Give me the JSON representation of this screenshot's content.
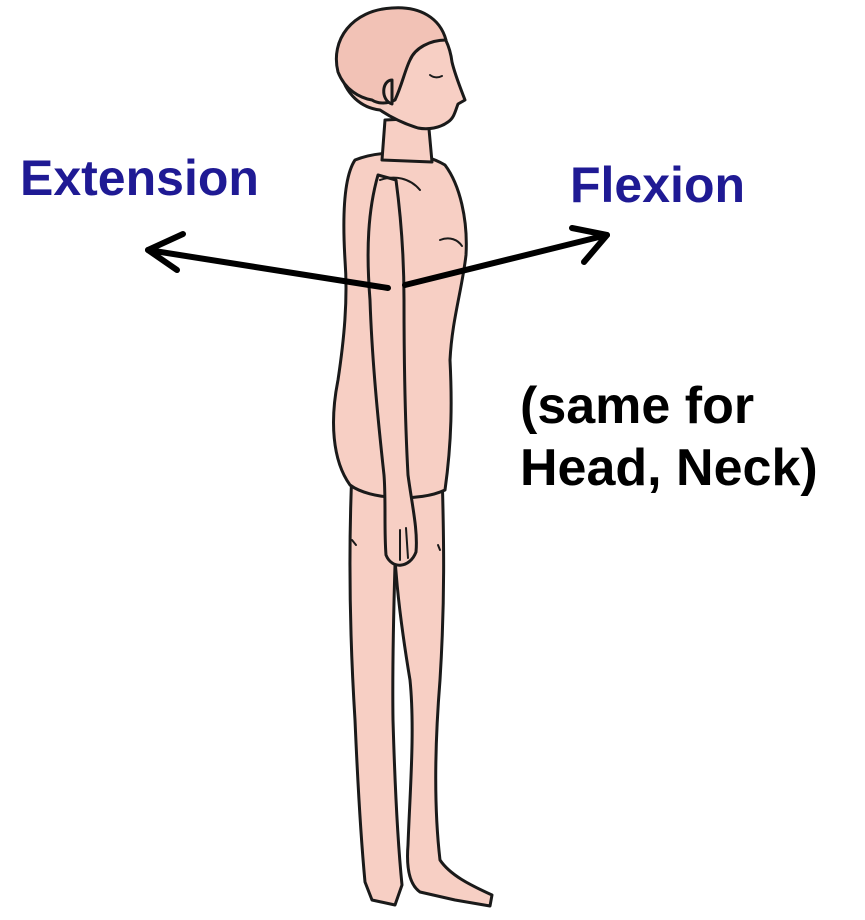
{
  "labels": {
    "extension": "Extension",
    "flexion": "Flexion"
  },
  "note": {
    "line1": "(same for",
    "line2": "Head, Neck)"
  },
  "colors": {
    "movement_label": "#1f1a94",
    "note_text": "#000000",
    "arrow": "#000000",
    "skin": "#f7cfc4",
    "outline": "#1a1a1a",
    "background": "#ffffff"
  }
}
